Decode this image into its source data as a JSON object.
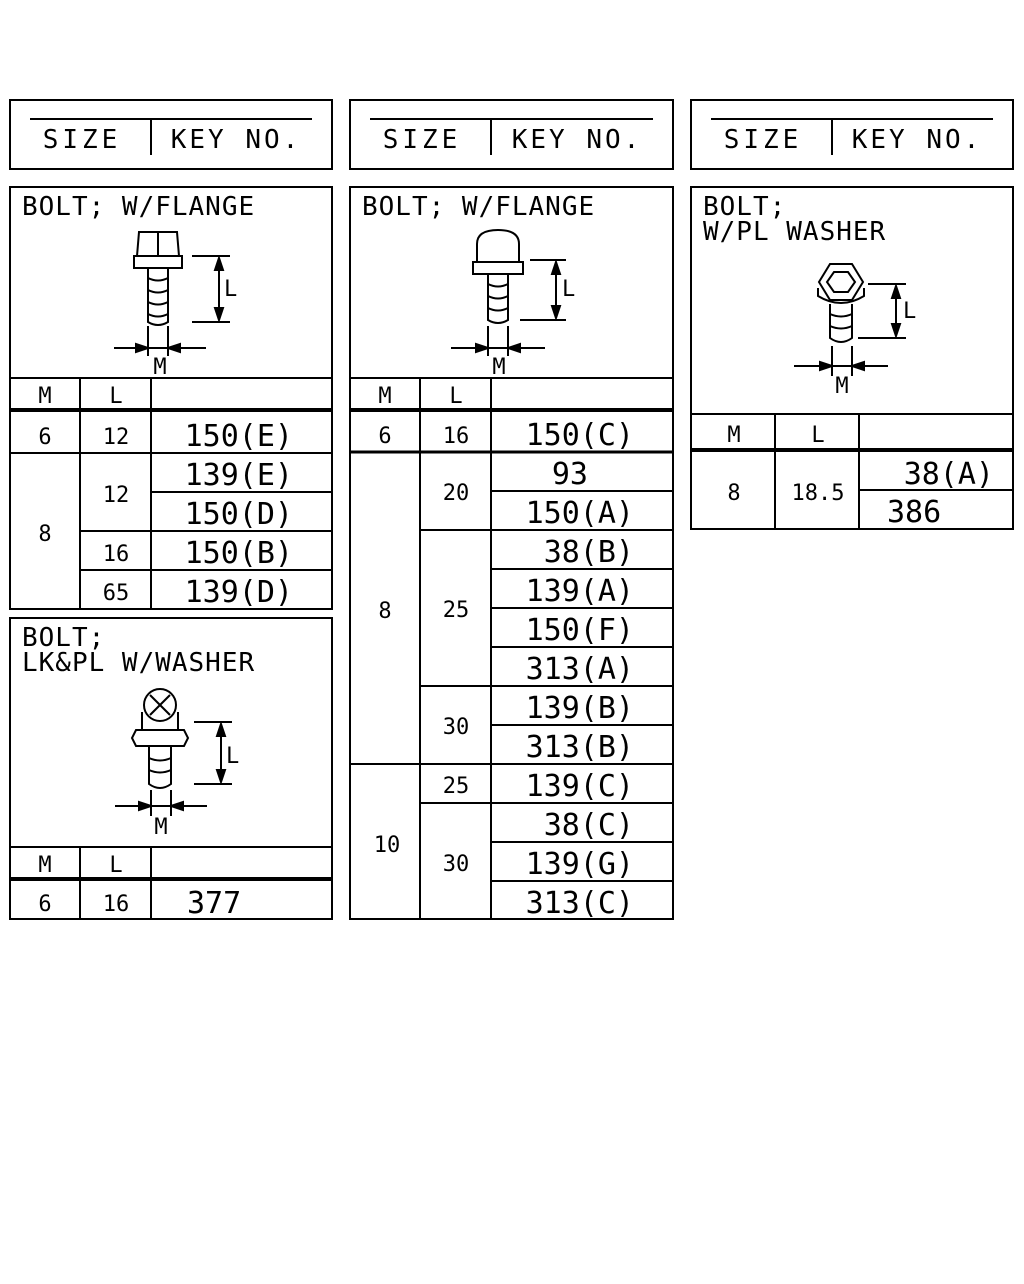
{
  "header": {
    "size_label": "SIZE",
    "key_label": "KEY NO."
  },
  "table_labels": {
    "m": "M",
    "l": "L"
  },
  "dim_labels": {
    "l": "L",
    "m": "M"
  },
  "col1": {
    "box1": {
      "title": "BOLT; W/FLANGE",
      "rows": [
        {
          "m": "6",
          "l": "12",
          "keys": [
            "150(E)"
          ]
        },
        {
          "m": "8",
          "groups": [
            {
              "l": "12",
              "keys": [
                "139(E)",
                "150(D)"
              ]
            },
            {
              "l": "16",
              "keys": [
                "150(B)"
              ]
            },
            {
              "l": "65",
              "keys": [
                "139(D)"
              ]
            }
          ]
        }
      ]
    },
    "box2": {
      "title_line1": "BOLT;",
      "title_line2": "LK&PL W/WASHER",
      "rows": [
        {
          "m": "6",
          "l": "16",
          "keys": [
            "377"
          ]
        }
      ]
    }
  },
  "col2": {
    "box1": {
      "title": "BOLT; W/FLANGE",
      "rows": [
        {
          "m": "6",
          "l": "16",
          "keys": [
            "150(C)"
          ]
        },
        {
          "m": "8",
          "groups": [
            {
              "l": "20",
              "keys": [
                "93",
                "150(A)"
              ]
            },
            {
              "l": "25",
              "keys": [
                "38(B)",
                "139(A)",
                "150(F)",
                "313(A)"
              ]
            },
            {
              "l": "30",
              "keys": [
                "139(B)",
                "313(B)"
              ]
            }
          ]
        },
        {
          "m": "10",
          "groups": [
            {
              "l": "25",
              "keys": [
                "139(C)"
              ]
            },
            {
              "l": "30",
              "keys": [
                "38(C)",
                "139(G)",
                "313(C)"
              ]
            }
          ]
        }
      ]
    }
  },
  "col3": {
    "box1": {
      "title_line1": "BOLT;",
      "title_line2": "W/PL WASHER",
      "rows": [
        {
          "m": "8",
          "l": "18.5",
          "keys": [
            "38(A)",
            "386"
          ]
        }
      ]
    }
  }
}
